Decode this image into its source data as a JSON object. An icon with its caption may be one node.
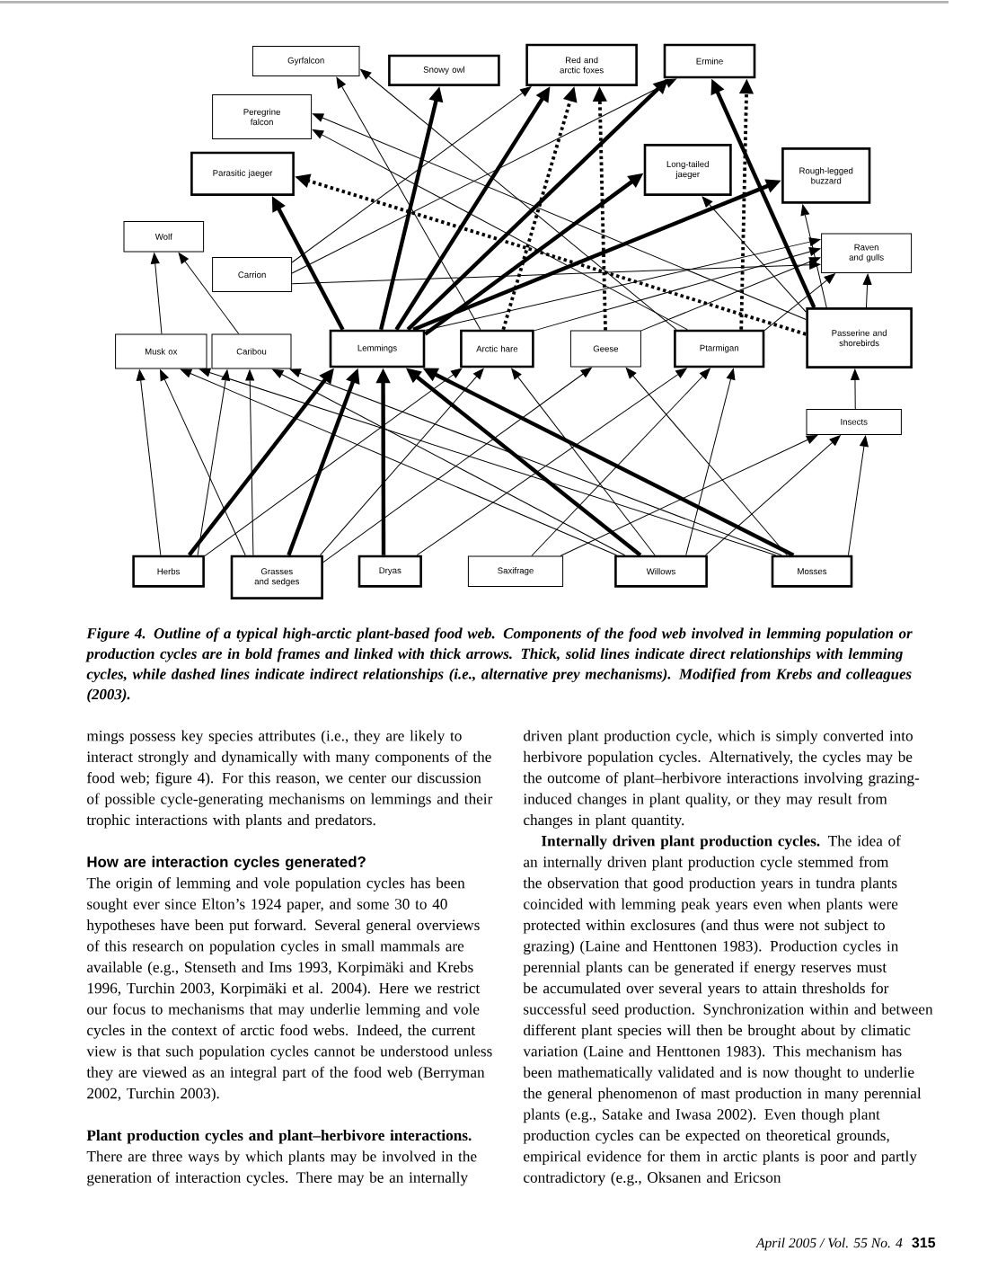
{
  "diagram": {
    "caption": "Figure 4. Outline of a typical high-arctic plant-based food web. Components of the food web involved in lemming population or production cycles are in bold frames and linked with thick arrows. Thick, solid lines indicate direct relationships with lemming cycles, while dashed lines indicate indirect relationships (i.e., alternative prey mechanisms). Modified from Krebs and colleagues (2003).",
    "nodes": [
      {
        "text": [
          "Gyrfalcon"
        ]
      },
      {
        "text": [
          "Snowy owl"
        ]
      },
      {
        "text": [
          "Red and arctic foxes"
        ]
      },
      {
        "text": [
          "Ermine"
        ]
      },
      {
        "text": [
          "Peregrine falcon"
        ]
      },
      {
        "text": [
          "Parasitic jaeger"
        ]
      },
      {
        "text": [
          "Long-tailed jaeger"
        ]
      },
      {
        "text": [
          "Rough-legged buzzard"
        ]
      },
      {
        "text": [
          "Wolf"
        ]
      },
      {
        "text": [
          "Carrion"
        ]
      },
      {
        "text": [
          "Raven and gulls"
        ]
      },
      {
        "text": [
          "Musk ox"
        ]
      },
      {
        "text": [
          "Caribou"
        ]
      },
      {
        "text": [
          "Lemmings"
        ]
      },
      {
        "text": [
          "Arctic hare"
        ]
      },
      {
        "text": [
          "Geese"
        ]
      },
      {
        "text": [
          "Ptarmigan"
        ]
      },
      {
        "text": [
          "Passerine and shorebirds"
        ]
      },
      {
        "text": [
          "Insects"
        ]
      },
      {
        "text": [
          "Herbs"
        ]
      },
      {
        "text": [
          "Grasses and sedges"
        ]
      },
      {
        "text": [
          "Dryas"
        ]
      },
      {
        "text": [
          "Saxifrage"
        ]
      },
      {
        "text": [
          "Willows"
        ]
      },
      {
        "text": [
          "Mosses"
        ]
      }
    ],
    "edges": [
      {
        "from": 19,
        "to": 11,
        "arrow": "to"
      },
      {
        "from": 19,
        "to": 12,
        "arrow": "to"
      },
      {
        "from": 19,
        "to": 13,
        "arrow": "to",
        "style": "thick"
      },
      {
        "from": 19,
        "to": 14,
        "arrow": "to"
      },
      {
        "from": 20,
        "to": 11,
        "arrow": "to"
      },
      {
        "from": 20,
        "to": 12,
        "arrow": "to"
      },
      {
        "from": 20,
        "to": 13,
        "arrow": "to",
        "style": "thick"
      },
      {
        "from": 20,
        "to": 14,
        "arrow": "to"
      },
      {
        "from": 20,
        "to": 15,
        "arrow": "to"
      },
      {
        "from": 21,
        "to": 13,
        "arrow": "to",
        "style": "thick"
      },
      {
        "from": 21,
        "to": 16,
        "arrow": "to"
      },
      {
        "from": 22,
        "to": 16,
        "arrow": "to"
      },
      {
        "from": 22,
        "to": 18,
        "arrow": "to"
      },
      {
        "from": 23,
        "to": 11,
        "arrow": "to"
      },
      {
        "from": 23,
        "to": 12,
        "arrow": "to"
      },
      {
        "from": 23,
        "to": 13,
        "arrow": "to",
        "style": "thick"
      },
      {
        "from": 23,
        "to": 14,
        "arrow": "to"
      },
      {
        "from": 23,
        "to": 16,
        "arrow": "to"
      },
      {
        "from": 23,
        "to": 18,
        "arrow": "to"
      },
      {
        "from": 24,
        "to": 11,
        "arrow": "to"
      },
      {
        "from": 24,
        "to": 12,
        "arrow": "to"
      },
      {
        "from": 24,
        "to": 13,
        "arrow": "to",
        "style": "thick"
      },
      {
        "from": 24,
        "to": 15,
        "arrow": "to"
      },
      {
        "from": 24,
        "to": 18,
        "arrow": "to"
      },
      {
        "from": 18,
        "to": 17,
        "arrow": "to"
      },
      {
        "from": 11,
        "to": 8,
        "arrow": "to"
      },
      {
        "from": 12,
        "to": 8,
        "arrow": "to"
      },
      {
        "from": 9,
        "to": 2,
        "arrow": "to"
      },
      {
        "from": 9,
        "to": 3,
        "arrow": "to"
      },
      {
        "from": 9,
        "to": 10,
        "arrow": "to"
      },
      {
        "from": 13,
        "to": 5,
        "arrow": "to",
        "style": "thick"
      },
      {
        "from": 13,
        "to": 1,
        "arrow": "to",
        "style": "thick"
      },
      {
        "from": 13,
        "to": 2,
        "arrow": "to",
        "style": "thick"
      },
      {
        "from": 13,
        "to": 3,
        "arrow": "to",
        "style": "thick"
      },
      {
        "from": 13,
        "to": 6,
        "arrow": "to",
        "style": "thick"
      },
      {
        "from": 13,
        "to": 7,
        "arrow": "to",
        "style": "thick"
      },
      {
        "from": 13,
        "to": 10,
        "arrow": "to"
      },
      {
        "from": 14,
        "to": 0,
        "arrow": "to"
      },
      {
        "from": 14,
        "to": 2,
        "arrow": "to",
        "style": "dashed"
      },
      {
        "from": 14,
        "to": 10,
        "arrow": "to"
      },
      {
        "from": 15,
        "to": 2,
        "arrow": "to",
        "style": "dashed"
      },
      {
        "from": 15,
        "to": 10,
        "arrow": "to"
      },
      {
        "from": 16,
        "to": 0,
        "arrow": "to"
      },
      {
        "from": 16,
        "to": 4,
        "arrow": "to"
      },
      {
        "from": 16,
        "to": 3,
        "arrow": "to",
        "style": "dashed"
      },
      {
        "from": 16,
        "to": 10,
        "arrow": "to"
      },
      {
        "from": 17,
        "to": 5,
        "arrow": "to",
        "style": "dashed"
      },
      {
        "from": 17,
        "to": 3,
        "arrow": "to",
        "style": "thick"
      },
      {
        "from": 17,
        "to": 4,
        "arrow": "to"
      },
      {
        "from": 17,
        "to": 6,
        "arrow": "to"
      },
      {
        "from": 17,
        "to": 7,
        "arrow": "to"
      },
      {
        "from": 17,
        "to": 10,
        "arrow": "to"
      }
    ],
    "labels": [
      "mings possess key species attributes (i.e., they are likely to interact strongly and dynamically with many components of the food web; figure 4). For this reason, we center our discussion of possible cycle-generating mechanisms on lemmings and their trophic interactions with plants and predators.",
      "How are interaction cycles generated?",
      "The origin of lemming and vole population cycles has been sought ever since Elton’s 1924 paper, and some 30 to 40 hypotheses have been put forward. Several general overviews of this research on population cycles in small mammals are available (e.g., Stenseth and Ims 1993, Korpimäki and Krebs 1996, Turchin 2003, Korpimäki et al. 2004). Here we restrict our focus to mechanisms that may underlie lemming and vole cycles in the context of arctic food webs. Indeed, the current view is that such population cycles cannot be understood unless they are viewed as an integral part of the food web (Berryman 2002, Turchin 2003).",
      "**Plant production cycles and plant–herbivore interactions.** There are three ways by which plants may be involved in the generation of interaction cycles. There may be an internally",
      "driven plant production cycle, which is simply converted into herbivore population cycles. Alternatively, the cycles may be the outcome of plant–herbivore interactions involving grazing-induced changes in plant quality, or they may result from changes in plant quantity.",
      "**Internally driven plant production cycles.** The idea of an internally driven plant production cycle stemmed from the observation that good production years in tundra plants coincided with lemming peak years even when plants were protected within exclosures (and thus were not subject to grazing) (Laine and Henttonen 1983). Production cycles in perennial plants can be generated if energy reserves must be accumulated over several years to attain thresholds for successful seed production. Synchronization within and between different plant species will then be brought about by climatic variation (Laine and Henttonen 1983). This mechanism has been mathematically validated and is now thought to underlie the general phenomenon of mast production in many perennial plants (e.g., Satake and Iwasa 2002). Even though plant production cycles can be expected on theoretical grounds, empirical evidence for them in arctic plants is poor and partly contradictory (e.g., Oksanen and Ericson",
      "April 2005 / Vol. 55 No. 4",
      "315"
    ]
  }
}
